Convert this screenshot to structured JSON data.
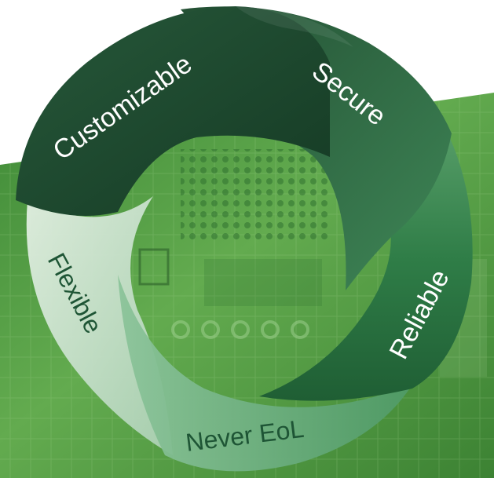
{
  "diagram": {
    "segments": [
      {
        "id": "customizable",
        "label": "Customizable"
      },
      {
        "id": "secure",
        "label": "Secure"
      },
      {
        "id": "reliable",
        "label": "Reliable"
      },
      {
        "id": "never-eol",
        "label": "Never EoL"
      },
      {
        "id": "flexible",
        "label": "Flexible"
      }
    ]
  },
  "colors": {
    "customizable": "#1f4a30",
    "secure": "#2f6e45",
    "reliable": "#2a7a45",
    "never_eol": "#6cae80",
    "flexible": "#c8e0cc",
    "label_light": "#ffffff",
    "label_dark": "#1e5535",
    "board_green": "#4f9a3c"
  }
}
